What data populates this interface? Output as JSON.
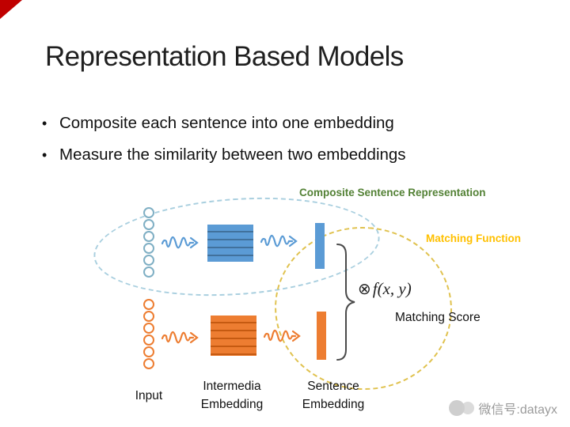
{
  "slide": {
    "title": "Representation Based Models",
    "bullet_char": "•",
    "bullets": [
      {
        "text": "Composite each sentence into one embedding"
      },
      {
        "text": "Measure the similarity between two embeddings"
      }
    ]
  },
  "diagram": {
    "composite_label": "Composite Sentence Representation",
    "matching_label": "Matching Function",
    "otimes": "⊗",
    "formula": "f(x, y)",
    "matching_score": "Matching Score",
    "labels": {
      "input": "Input",
      "intermedia_line1": "Intermedia",
      "intermedia_line2": "Embedding",
      "sentence_line1": "Sentence",
      "sentence_line2": "Embedding"
    },
    "colors": {
      "blue": "#5b9bd5",
      "blue_dark": "#41719c",
      "orange": "#ed7d31",
      "orange_dark": "#c55a11",
      "input_circle_top": "#7fafc4",
      "green_text": "#538135",
      "yellow_text": "#ffc000",
      "ellipse_teal": "#a9cfdf",
      "ellipse_yellow": "#e0c24f",
      "corner_red": "#c00000"
    }
  },
  "watermark": {
    "text": "微信号:datayx"
  }
}
